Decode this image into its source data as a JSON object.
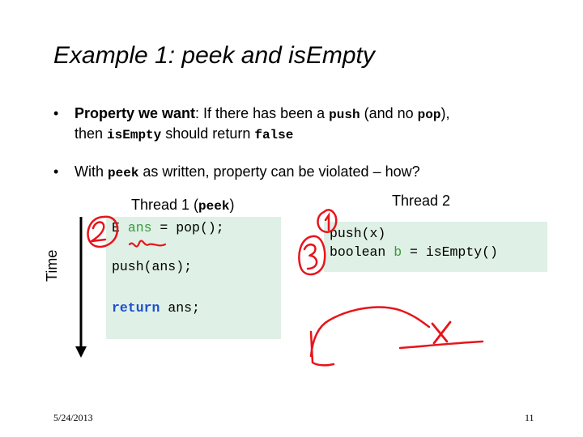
{
  "slide": {
    "title": "Example 1: peek and isEmpty",
    "bullet1": {
      "prop_label": "Property we want",
      "t1": ": If there has been a ",
      "push": "push",
      "t2": " (and no ",
      "pop": "pop",
      "t3": "),",
      "line2_a": "then ",
      "isEmpty": "isEmpty",
      "line2_b": " should return ",
      "false": "false"
    },
    "bullet2": {
      "a": "With ",
      "peek": "peek",
      "b": " as written, property can be violated – how?"
    },
    "thread1": {
      "label_a": "Thread 1 (",
      "label_peek": "peek",
      "label_b": ")",
      "line1_E": "E ",
      "line1_ans": "ans",
      "line1_rest": " = pop();",
      "line2": "push(ans);",
      "line3_kw": "return",
      "line3_rest": " ans;"
    },
    "thread2": {
      "label": "Thread 2",
      "line1": "push(x)",
      "line2_a": "boolean ",
      "line2_b": "b",
      "line2_c": " = isEmpty()"
    },
    "time_label": "Time",
    "annotations": [
      "2",
      "1",
      "3",
      "X"
    ],
    "footer_date": "5/24/2013",
    "page_number": "11"
  }
}
